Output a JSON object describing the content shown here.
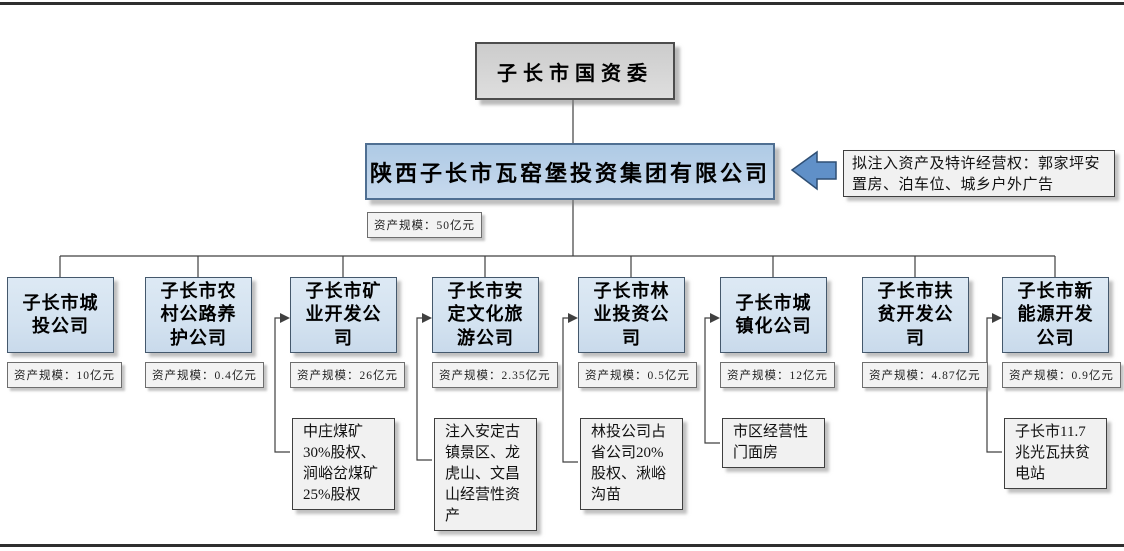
{
  "diagram": {
    "root": {
      "label": "子长市国资委"
    },
    "group": {
      "name": "陕西子长市瓦窑堡投资集团有限公司",
      "asset_scale": "资产规模：50亿元"
    },
    "injection_note": "拟注入资产及特许经营权：郭家坪安置房、泊车位、城乡户外广告",
    "subsidiaries": [
      {
        "name": "子长市城投公司",
        "asset_scale": "资产规模：10亿元"
      },
      {
        "name": "子长市农村公路养护公司",
        "asset_scale": "资产规模：0.4亿元"
      },
      {
        "name": "子长市矿业开发公司",
        "asset_scale": "资产规模：26亿元",
        "injected_assets": "中庄煤矿30%股权、涧峪岔煤矿25%股权"
      },
      {
        "name": "子长市安定文化旅游公司",
        "asset_scale": "资产规模：2.35亿元",
        "injected_assets": "注入安定古镇景区、龙虎山、文昌山经营性资产"
      },
      {
        "name": "子长市林业投资公司",
        "asset_scale": "资产规模：0.5亿元",
        "injected_assets": "林投公司占省公司20%股权、湫峪沟苗"
      },
      {
        "name": "子长市城镇化公司",
        "asset_scale": "资产规模：12亿元",
        "injected_assets": "市区经营性门面房"
      },
      {
        "name": "子长市扶贫开发公司",
        "asset_scale": "资产规模：4.87亿元"
      },
      {
        "name": "子长市新能源开发公司",
        "asset_scale": "资产规模：0.9亿元",
        "injected_assets": "子长市11.7兆光瓦扶贫电站"
      }
    ],
    "colors": {
      "root_box_fill": "#d4d4d4",
      "group_box_fill": "#b9d0e8",
      "subsidiary_box_fill": "#d6e4f1",
      "note_fill": "#f1f1f1",
      "arrow_blue": "#6090c8",
      "line": "#404040"
    }
  }
}
